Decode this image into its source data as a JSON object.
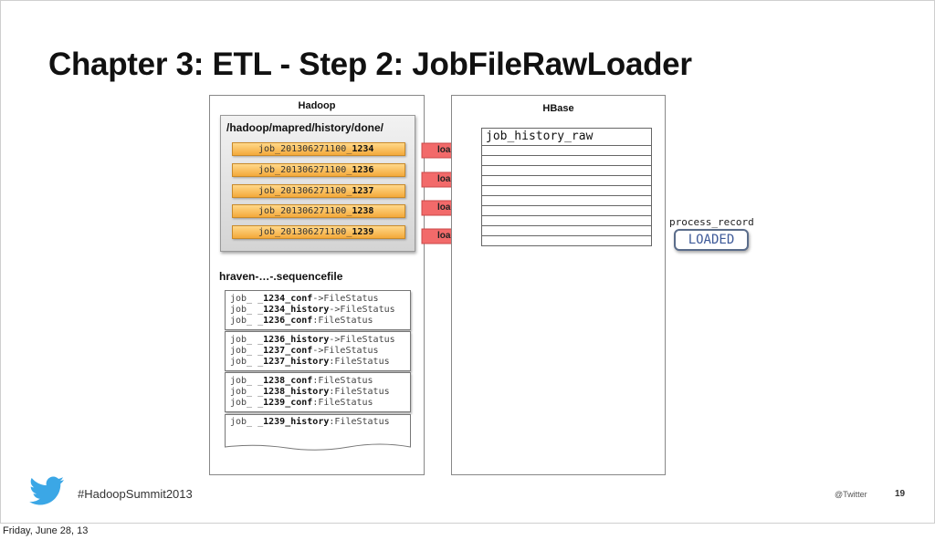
{
  "slide": {
    "title": "Chapter 3: ETL - Step 2: JobFileRawLoader",
    "page_number": "19",
    "hashtag": "#HadoopSummit2013",
    "twitter_handle": "@Twitter"
  },
  "hadoop": {
    "title": "Hadoop",
    "path": "/hadoop/mapred/history/done/",
    "job_files": [
      {
        "prefix": "job_201306271100_",
        "id": "1234"
      },
      {
        "prefix": "job_201306271100_",
        "id": "1236"
      },
      {
        "prefix": "job_201306271100_",
        "id": "1237"
      },
      {
        "prefix": "job_201306271100_",
        "id": "1238"
      },
      {
        "prefix": "job_201306271100_",
        "id": "1239"
      }
    ],
    "sequence_file_title": "hraven-…-.sequencefile",
    "sequence_blocks": [
      [
        {
          "prefix": "job_ _",
          "key": "1234_conf",
          "sep": "->",
          "value": "FileStatus"
        },
        {
          "prefix": "job_ _",
          "key": "1234_history",
          "sep": "->",
          "value": "FileStatus"
        },
        {
          "prefix": "job_ _",
          "key": "1236_conf",
          "sep": ":",
          "value": "FileStatus"
        }
      ],
      [
        {
          "prefix": "job_ _",
          "key": "1236_history",
          "sep": "->",
          "value": "FileStatus"
        },
        {
          "prefix": "job_ _",
          "key": "1237_conf",
          "sep": "->",
          "value": "FileStatus"
        },
        {
          "prefix": "job_ _",
          "key": "1237_history",
          "sep": ":",
          "value": "FileStatus"
        }
      ],
      [
        {
          "prefix": "job_ _",
          "key": "1238_conf",
          "sep": ":",
          "value": "FileStatus"
        },
        {
          "prefix": "job_ _",
          "key": "1238_history",
          "sep": ":",
          "value": "FileStatus"
        },
        {
          "prefix": "job_ _",
          "key": "1239_conf",
          "sep": ":",
          "value": "FileStatus"
        }
      ],
      [
        {
          "prefix": "job_ _",
          "key": "1239_history",
          "sep": ":",
          "value": "FileStatus"
        }
      ]
    ]
  },
  "arrows": {
    "labels": [
      "load",
      "load",
      "load",
      "load"
    ]
  },
  "hbase": {
    "title": "HBase",
    "table_name": "job_history_raw",
    "process_record_label": "process_record",
    "status_badge": "LOADED"
  },
  "footer": {
    "date": "Friday, June 28, 13"
  },
  "colors": {
    "job_file_fill": "#f4a93a",
    "arrow_fill": "#f26a6a",
    "badge_text": "#3e5a99"
  }
}
